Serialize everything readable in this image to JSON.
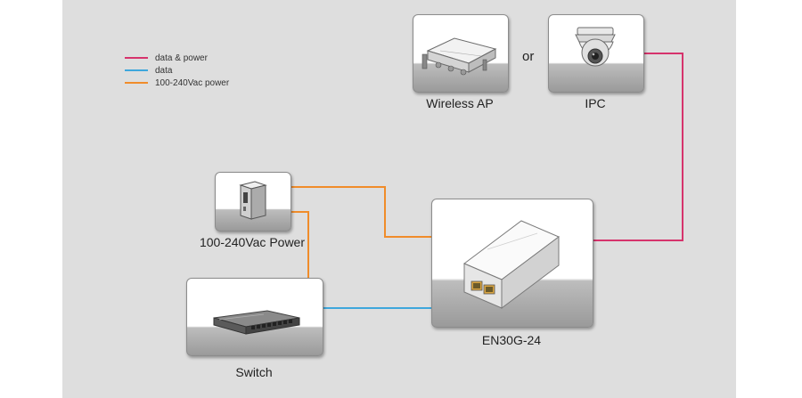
{
  "legend": {
    "items": [
      {
        "label": "data & power",
        "color": "#d6336c"
      },
      {
        "label": "data",
        "color": "#3ea7dc"
      },
      {
        "label": "100-240Vac power",
        "color": "#f08c2a"
      }
    ]
  },
  "nodes": {
    "wireless_ap": {
      "label": "Wireless AP",
      "icon": "wireless-ap-icon"
    },
    "or_text": "or",
    "ipc": {
      "label": "IPC",
      "icon": "dome-camera-icon"
    },
    "power": {
      "label": "100-240Vac Power",
      "icon": "power-outlet-icon"
    },
    "switch": {
      "label": "Switch",
      "icon": "network-switch-icon"
    },
    "injector": {
      "label": "EN30G-24",
      "icon": "poe-injector-icon"
    }
  },
  "colors": {
    "background": "#dedede",
    "data_power": "#d6336c",
    "data": "#3ea7dc",
    "ac_power": "#f08c2a"
  }
}
